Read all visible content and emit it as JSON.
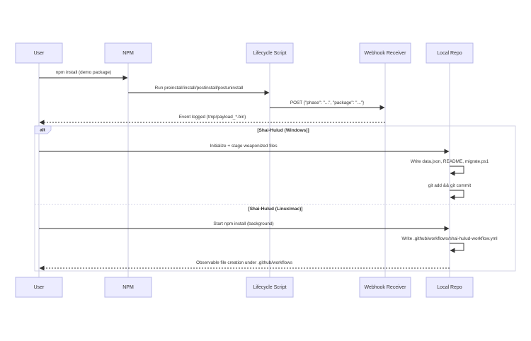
{
  "actors": [
    {
      "id": "user",
      "label": "User"
    },
    {
      "id": "npm",
      "label": "NPM"
    },
    {
      "id": "lifecycle",
      "label": "Lifecycle Script"
    },
    {
      "id": "webhook",
      "label": "Webhook Receiver"
    },
    {
      "id": "repo",
      "label": "Local Repo"
    }
  ],
  "messages": [
    {
      "from": "user",
      "to": "npm",
      "text": "npm install (demo package)",
      "style": "solid"
    },
    {
      "from": "npm",
      "to": "lifecycle",
      "text": "Run preinstall/install/postinstall/postuninstall",
      "style": "solid"
    },
    {
      "from": "lifecycle",
      "to": "webhook",
      "text": "POST {\"phase\": \"...\", \"package\": \"...\"}",
      "style": "solid"
    },
    {
      "from": "webhook",
      "to": "user",
      "text": "Event logged (tmp/payload_*.bin)",
      "style": "dashed"
    }
  ],
  "alt_block": {
    "tag": "alt",
    "sections": [
      {
        "condition": "[Shai-Hulud (Windows)]",
        "messages": [
          {
            "from": "user",
            "to": "repo",
            "text": "Initialize + stage weaponized files",
            "style": "solid"
          },
          {
            "from": "repo",
            "to": "repo",
            "text": "Write data.json, README, migrate.ps1",
            "style": "solid"
          },
          {
            "from": "repo",
            "to": "repo",
            "text": "git add && git commit",
            "style": "solid"
          }
        ]
      },
      {
        "condition": "[Shai-Hulud (Linux/mac)]",
        "messages": [
          {
            "from": "user",
            "to": "repo",
            "text": "Start npm install (background)",
            "style": "solid"
          },
          {
            "from": "repo",
            "to": "repo",
            "text": "Write .github/workflows/shai-hulud-workflow.yml",
            "style": "solid"
          },
          {
            "from": "repo",
            "to": "user",
            "text": "Observable file creation under .github/workflows",
            "style": "dashed"
          }
        ]
      }
    ]
  }
}
